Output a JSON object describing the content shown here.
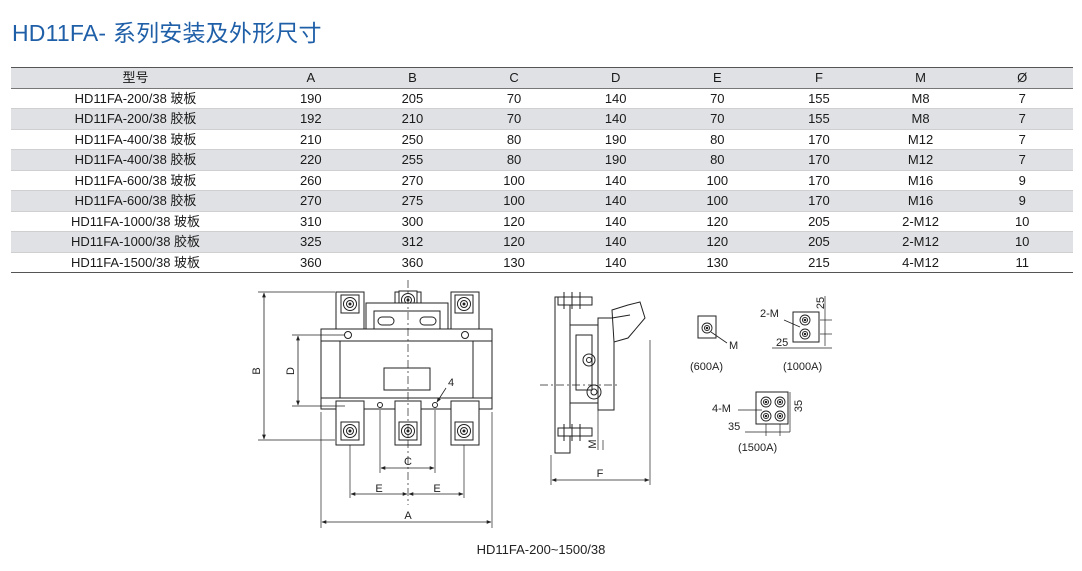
{
  "title": "HD11FA- 系列安装及外形尺寸",
  "table": {
    "headers": [
      "型号",
      "A",
      "B",
      "C",
      "D",
      "E",
      "F",
      "M",
      "Ø"
    ],
    "rows": [
      [
        "HD11FA-200/38 玻板",
        "190",
        "205",
        "70",
        "140",
        "70",
        "155",
        "M8",
        "7"
      ],
      [
        "HD11FA-200/38 胶板",
        "192",
        "210",
        "70",
        "140",
        "70",
        "155",
        "M8",
        "7"
      ],
      [
        "HD11FA-400/38 玻板",
        "210",
        "250",
        "80",
        "190",
        "80",
        "170",
        "M12",
        "7"
      ],
      [
        "HD11FA-400/38 胶板",
        "220",
        "255",
        "80",
        "190",
        "80",
        "170",
        "M12",
        "7"
      ],
      [
        "HD11FA-600/38 玻板",
        "260",
        "270",
        "100",
        "140",
        "100",
        "170",
        "M16",
        "9"
      ],
      [
        "HD11FA-600/38 胶板",
        "270",
        "275",
        "100",
        "140",
        "100",
        "170",
        "M16",
        "9"
      ],
      [
        "HD11FA-1000/38 玻板",
        "310",
        "300",
        "120",
        "140",
        "120",
        "205",
        "2-M12",
        "10"
      ],
      [
        "HD11FA-1000/38 胶板",
        "325",
        "312",
        "120",
        "140",
        "120",
        "205",
        "2-M12",
        "10"
      ],
      [
        "HD11FA-1500/38 玻板",
        "360",
        "360",
        "130",
        "140",
        "130",
        "215",
        "4-M12",
        "11"
      ]
    ]
  },
  "drawing": {
    "front_labels": {
      "a": "A",
      "b": "B",
      "c": "C",
      "d": "D",
      "e": "E",
      "hole": "4"
    },
    "side_labels": {
      "f": "F",
      "m": "M"
    },
    "detail_600": {
      "label": "M",
      "caption": "(600A)"
    },
    "detail_1000": {
      "label": "2-M",
      "dim_h": "25",
      "dim_v": "25",
      "caption": "(1000A)"
    },
    "detail_1500": {
      "label": "4-M",
      "dim_h": "35",
      "dim_v": "35",
      "caption": "(1500A)"
    },
    "caption": "HD11FA-200~1500/38"
  }
}
